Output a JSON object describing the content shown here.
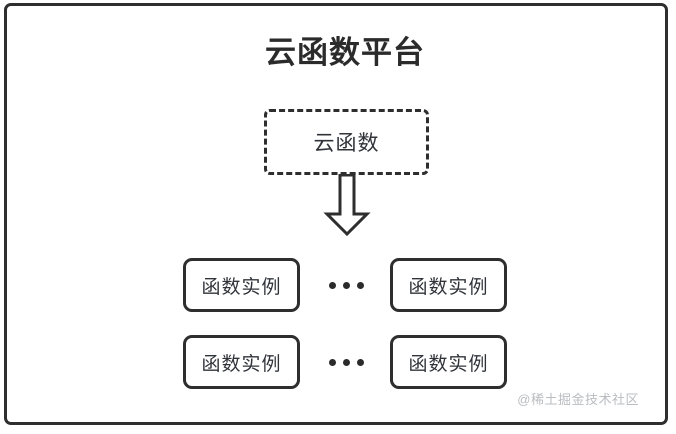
{
  "diagram": {
    "title": "云函数平台",
    "function_box": {
      "label": "云函数",
      "border_style": "dashed"
    },
    "arrow": {
      "icon": "down-block-arrow",
      "direction": "down"
    },
    "ellipsis_label": "...",
    "rows": [
      {
        "left_instance": "函数实例",
        "ellipsis": "...",
        "right_instance": "函数实例"
      },
      {
        "left_instance": "函数实例",
        "ellipsis": "...",
        "right_instance": "函数实例"
      }
    ],
    "watermark": "@稀土掘金技术社区",
    "colors": {
      "stroke": "#2e2e2e",
      "text": "#30343a",
      "background": "#ffffff",
      "watermark": "#b9bcc0"
    }
  }
}
